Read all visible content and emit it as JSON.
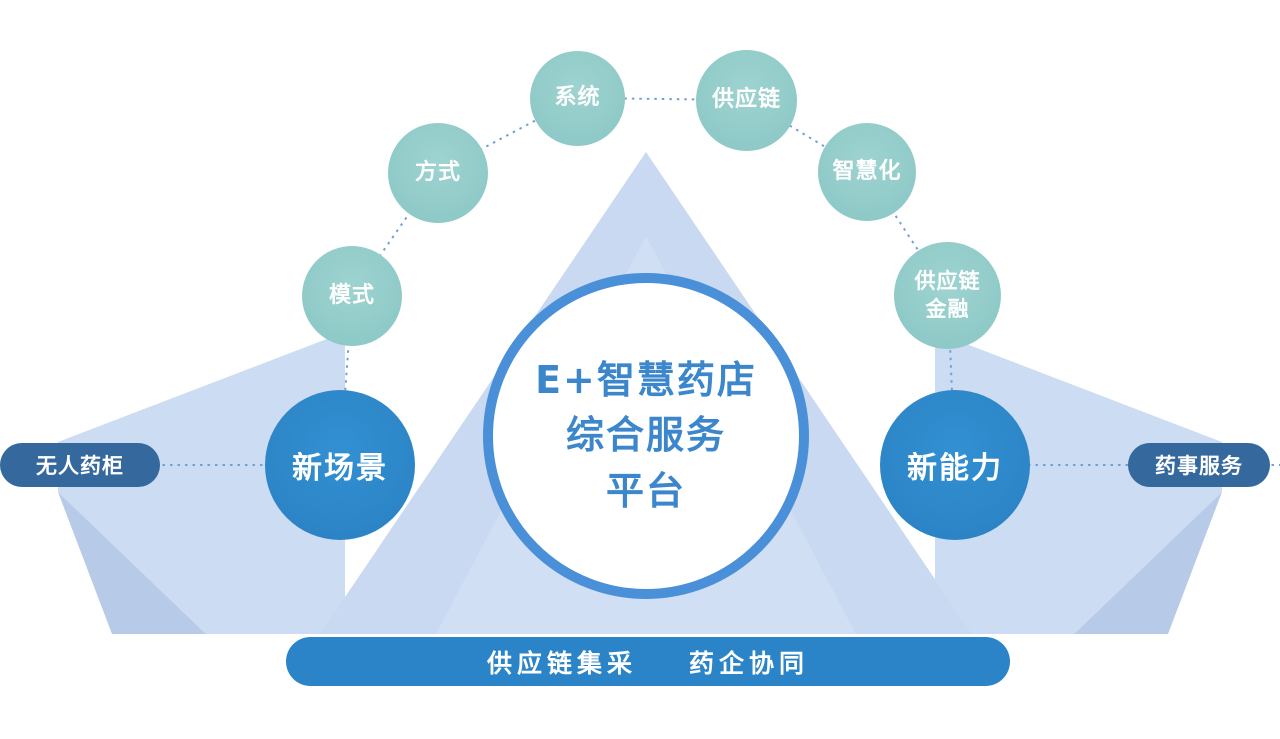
{
  "diagram": {
    "center_circle": {
      "line1": "E+智慧药店",
      "line2": "综合服务",
      "line3": "平台"
    },
    "satellites": [
      {
        "label": "模式"
      },
      {
        "label": "方式"
      },
      {
        "label": "系统"
      },
      {
        "label": "供应链"
      },
      {
        "label": "智慧化"
      },
      {
        "label": "供应链\n金融"
      }
    ],
    "left_node": {
      "label": "新场景"
    },
    "right_node": {
      "label": "新能力"
    },
    "left_pill": {
      "label": "无人药柜"
    },
    "right_pill": {
      "label": "药事服务"
    },
    "bottom_bar": {
      "item1": "供应链集采",
      "item2": "药企协同"
    }
  },
  "colors": {
    "satellite_teal": "#8fcac8",
    "node_blue": "#2b84c7",
    "center_ring_blue": "#4a90d8",
    "center_text_blue": "#3c86cc",
    "pill_blue": "#35689d",
    "bottom_bar_blue": "#2b84c7",
    "background_light_blue": "#ccdcf2",
    "background_fold_blue": "#b7cbe9",
    "dotted_line_blue": "#6fa0d8"
  }
}
